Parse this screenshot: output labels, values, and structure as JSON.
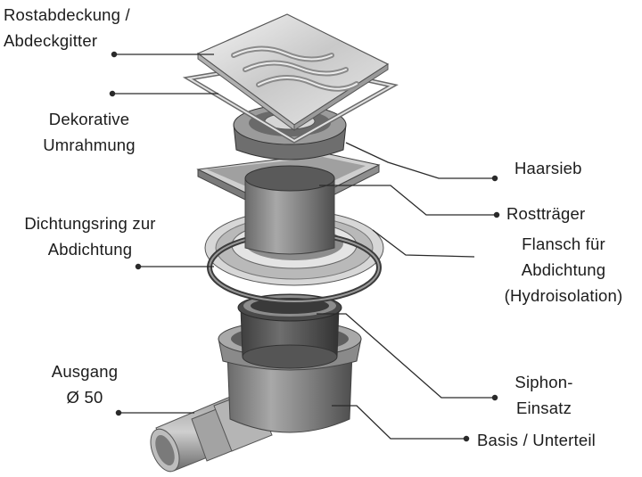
{
  "diagram": {
    "labels": {
      "rostabdeckung": [
        "Rostabdeckung /",
        "Abdeckgitter"
      ],
      "umrahmung": [
        "Dekorative",
        "Umrahmung"
      ],
      "dichtungsring": [
        "Dichtungsring zur",
        "Abdichtung"
      ],
      "ausgang": [
        "Ausgang",
        "Ø 50"
      ],
      "haarsieb": [
        "Haarsieb"
      ],
      "rosttraeger": [
        "Rostträger"
      ],
      "flansch": [
        "Flansch für",
        "Abdichtung",
        "(Hydroisolation)"
      ],
      "siphon": [
        "Siphon-",
        "Einsatz"
      ],
      "basis": [
        "Basis / Unterteil"
      ]
    },
    "colors": {
      "text": "#1c1c1c",
      "leader": "#2a2a2a",
      "metal_light": "#d9d9d9",
      "metal_mid": "#9a9a9a",
      "metal_dark": "#4a4a4a"
    }
  }
}
